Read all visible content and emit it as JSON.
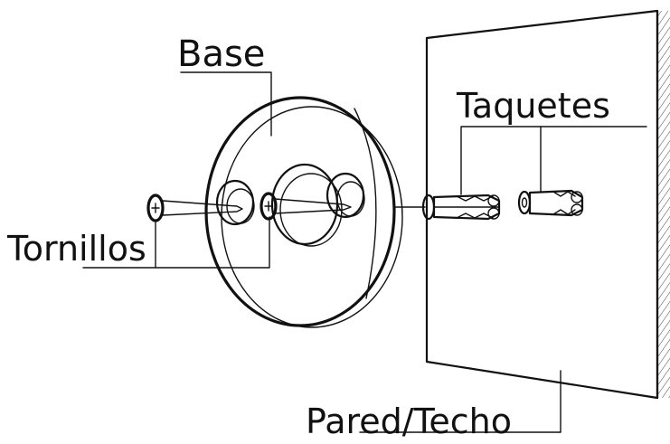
{
  "labels": {
    "base": "Base",
    "taquetes": "Taquetes",
    "tornillos": "Tornillos",
    "pared_techo": "Pared/Techo"
  },
  "colors": {
    "ink": "#111111",
    "background": "#ffffff"
  }
}
